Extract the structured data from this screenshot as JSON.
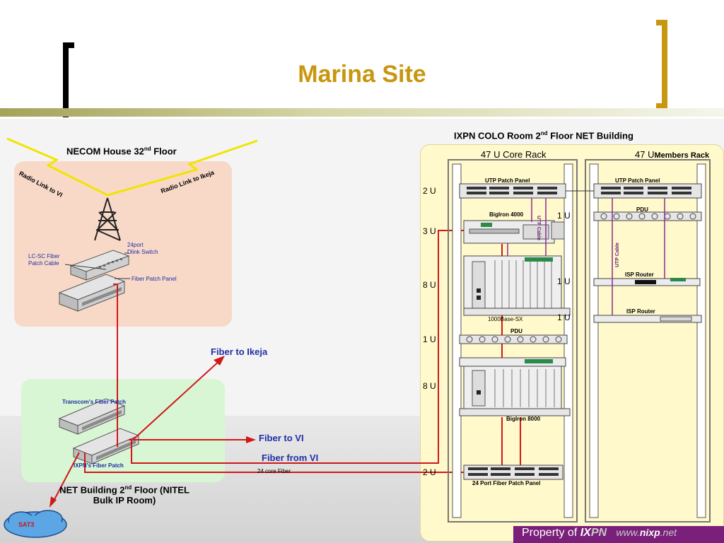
{
  "slide": {
    "title": "Marina Site"
  },
  "necom": {
    "title": "NECOM House 32",
    "title_sup": "nd",
    "title_suffix": " Floor",
    "radio_vi": "Radio Link to VI",
    "radio_ikeja": "Radio Link to Ikeja",
    "switch_line1": "24port",
    "switch_line2": "Dlink Switch",
    "lcsc_line1": "LC-SC Fiber",
    "lcsc_line2": "Patch Cable",
    "fiber_patch_panel": "Fiber Patch Panel"
  },
  "net_building": {
    "transcom_patch": "Transcom's Fiber Patch",
    "ixpn_patch": "IXPN's Fiber Patch",
    "caption_line1_a": "NET Building 2",
    "caption_sup": "nd",
    "caption_line1_b": " Floor (NITEL",
    "caption_line2": "Bulk IP Room)",
    "sat3": "SAT3"
  },
  "links": {
    "fiber_to_ikeja": "Fiber to Ikeja",
    "fiber_to_vi": "Fiber to VI",
    "fiber_from_vi": "Fiber from VI",
    "core_fiber": "24 core Fiber"
  },
  "ixpn": {
    "title_a": "IXPN COLO Room 2",
    "title_sup": "nd",
    "title_b": " Floor NET Building",
    "core_rack": "47 U Core Rack",
    "members_rack_num": "47 U",
    "members_rack_name": "Members Rack",
    "u_labels": [
      "2 U",
      "3 U",
      "8 U",
      "1 U",
      "8 U",
      "2 U"
    ],
    "u_small": [
      "1 U",
      "1 U",
      "1 U"
    ],
    "utp_patch_panel": "UTP Patch Panel",
    "bigiron4000": "BigIron 4000",
    "utp_cable": "UTP Cable",
    "base_sx": "1000Base-SX",
    "pdu": "PDU",
    "bigiron8000": "BigIron 8000",
    "fiber_patch_24": "24 Port Fiber Patch Panel",
    "isp_router": "ISP Router"
  },
  "footer": {
    "prefix": "Property of ",
    "brand_ix": "IX",
    "brand_pn": "PN",
    "url_www": "www.",
    "url_name": "nixp",
    "url_tld": ".net"
  },
  "colors": {
    "title": "#c8960f",
    "fiber_red": "#d01818",
    "label_blue": "#1f2fa5",
    "utp_purple": "#8a2a8a",
    "footer_bg": "#7a1f7a"
  }
}
